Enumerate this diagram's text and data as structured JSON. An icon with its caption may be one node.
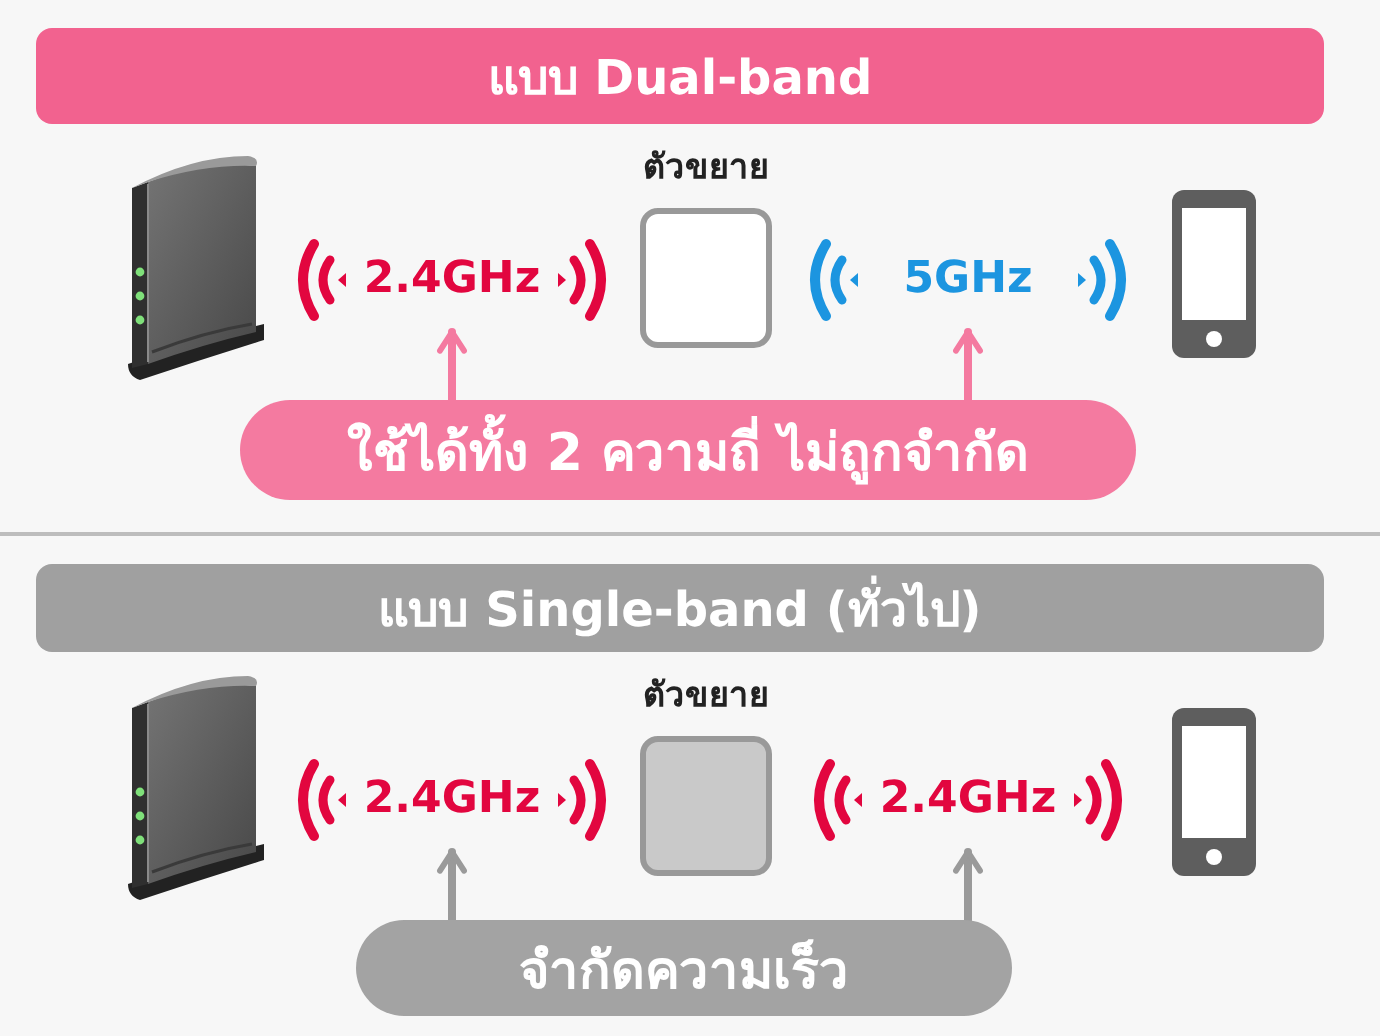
{
  "diagram": {
    "nodes": [
      {
        "text": [
          "แบบ Dual-band"
        ]
      },
      {
        "text": [],
        "shape": "picture"
      },
      {
        "text": [
          "2.4GHz"
        ]
      },
      {
        "text": [
          "ตัวขยาย"
        ]
      },
      {
        "text": [
          "5GHz"
        ]
      },
      {
        "text": [],
        "shape": "picture"
      },
      {
        "text": [
          "ใช้ได้ทั้ง 2 ความถี่ ไม่ถูกจำกัด"
        ]
      },
      {
        "text": [
          "แบบ Single-band (ทั่วไป)"
        ]
      },
      {
        "text": [],
        "shape": "picture"
      },
      {
        "text": [
          "2.4GHz"
        ]
      },
      {
        "text": [
          "ตัวขยาย"
        ]
      },
      {
        "text": [
          "2.4GHz"
        ]
      },
      {
        "text": [],
        "shape": "picture"
      },
      {
        "text": [
          "จำกัดความเร็ว"
        ]
      }
    ],
    "edges": [
      {
        "from": 6,
        "to": 2,
        "arrow": "to",
        "color": "#f47aa0"
      },
      {
        "from": 6,
        "to": 4,
        "arrow": "to",
        "color": "#f47aa0"
      },
      {
        "from": 13,
        "to": 9,
        "arrow": "to",
        "color": "#9a9a9a"
      },
      {
        "from": 13,
        "to": 11,
        "arrow": "to",
        "color": "#9a9a9a"
      }
    ]
  }
}
